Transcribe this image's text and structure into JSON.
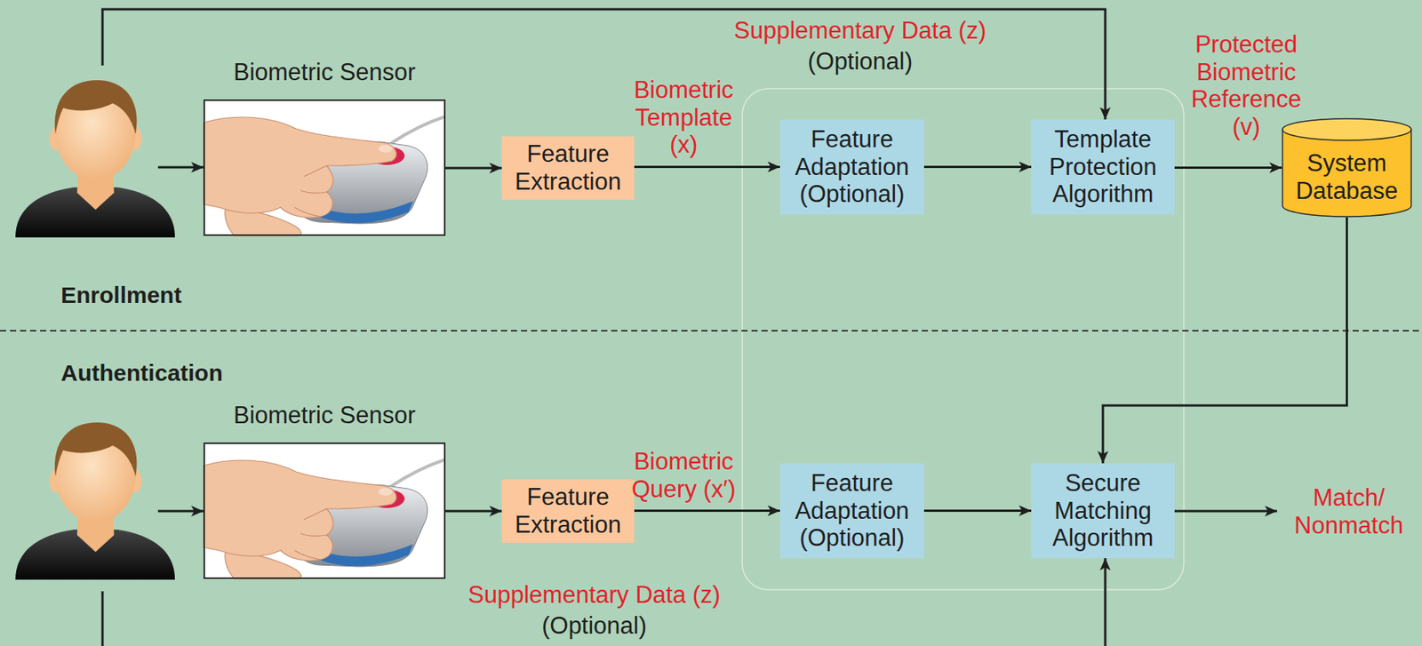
{
  "diagram": {
    "nodes": [
      {
        "text": [
          "Biometric Sensor"
        ]
      },
      {
        "text": [
          "Feature Extraction"
        ]
      },
      {
        "text": [
          "Feature Adaptation (Optional)"
        ]
      },
      {
        "text": [
          "Template Protection Algorithm"
        ]
      },
      {
        "text": [
          "System Database"
        ]
      },
      {
        "text": [
          "Biometric Sensor"
        ]
      },
      {
        "text": [
          "Feature Extraction"
        ]
      },
      {
        "text": [
          "Feature Adaptation (Optional)"
        ]
      },
      {
        "text": [
          "Secure Matching Algorithm"
        ]
      }
    ],
    "edges": [
      {
        "from": 0,
        "to": 1,
        "arrow": "to"
      },
      {
        "from": 1,
        "to": 2,
        "label": "Biometric Template (x)",
        "arrow": "to"
      },
      {
        "from": 2,
        "to": 3,
        "arrow": "to"
      },
      {
        "from": 3,
        "to": 4,
        "label": "Protected Biometric Reference (v)",
        "arrow": "to"
      },
      {
        "from": 4,
        "to": 8,
        "arrow": "to"
      },
      {
        "from": 5,
        "to": 6,
        "arrow": "to"
      },
      {
        "from": 6,
        "to": 7,
        "label": "Biometric Query (x′)",
        "arrow": "to"
      },
      {
        "from": 7,
        "to": 8,
        "arrow": "to"
      }
    ],
    "labels": [
      "Supplementary Data (z)",
      "(Optional)",
      "Enrollment",
      "Authentication",
      "Match/ Nonmatch",
      "Supplementary Data (z)",
      "(Optional)"
    ]
  }
}
